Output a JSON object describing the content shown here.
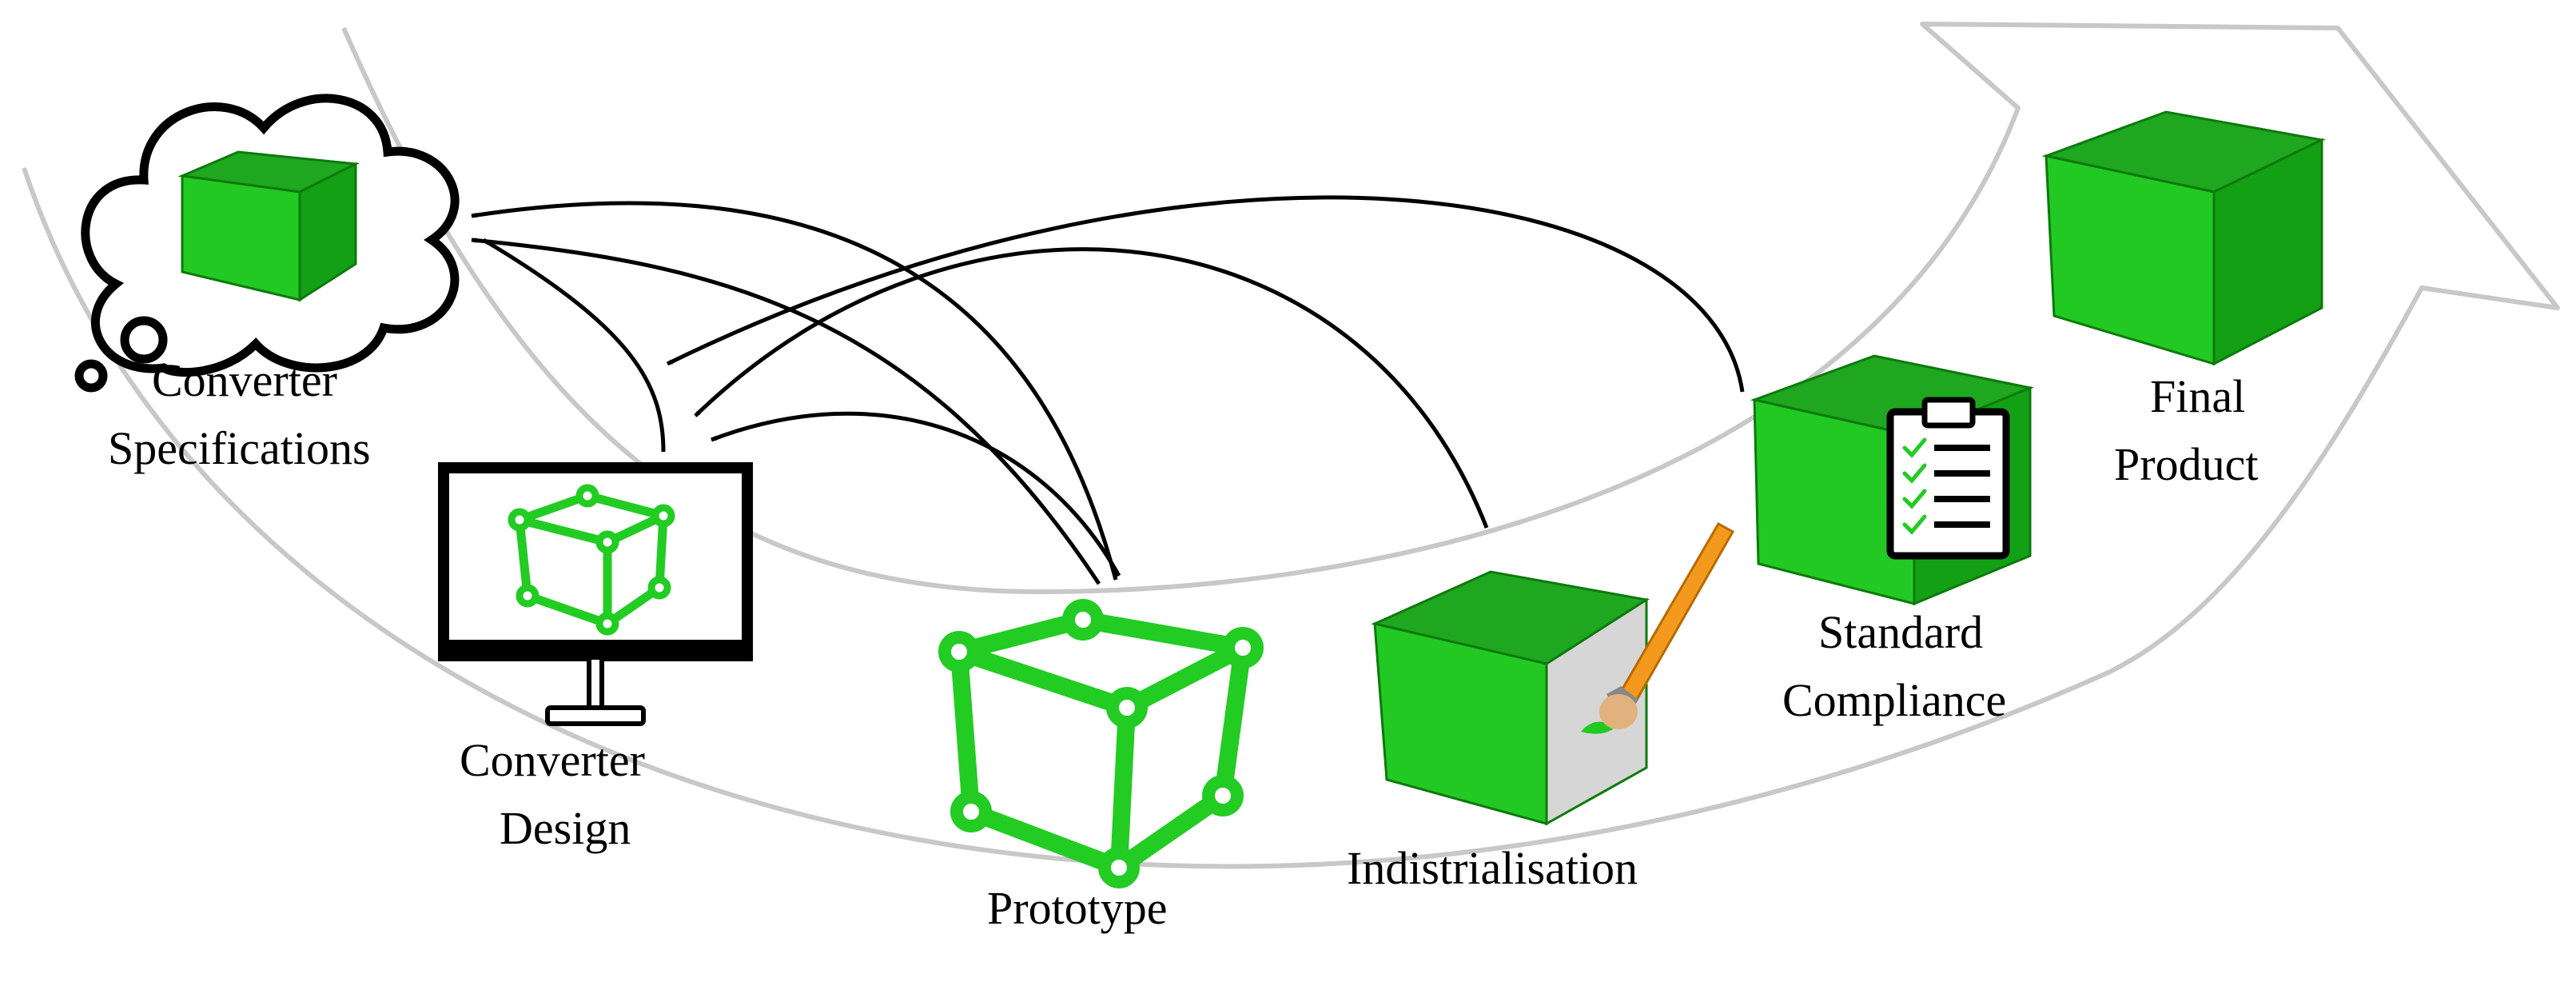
{
  "stages": {
    "specifications": {
      "line1": "Converter",
      "line2": "Specifications"
    },
    "design": {
      "line1": "Converter",
      "line2": "Design"
    },
    "prototype": {
      "label": "Prototype"
    },
    "industrialisation": {
      "label": "Indistrialisation"
    },
    "compliance": {
      "line1": "Standard",
      "line2": "Compliance"
    },
    "final": {
      "line1": "Final",
      "line2": "Product"
    }
  },
  "colors": {
    "cube_front": "#22C922",
    "cube_top": "#1FA71F",
    "cube_side": "#14A014",
    "wireframe": "#22CC22",
    "flow_arrow": "#C8C8C8",
    "feedback_arrow": "#000000",
    "brush_handle": "#F39A1E",
    "brush_ferrule": "#888888",
    "checkmark": "#22CC22"
  },
  "icons": [
    "thought-cloud-icon",
    "monitor-icon",
    "wireframe-cube-icon",
    "paintbrush-icon",
    "clipboard-checklist-icon",
    "solid-cube-icon"
  ]
}
